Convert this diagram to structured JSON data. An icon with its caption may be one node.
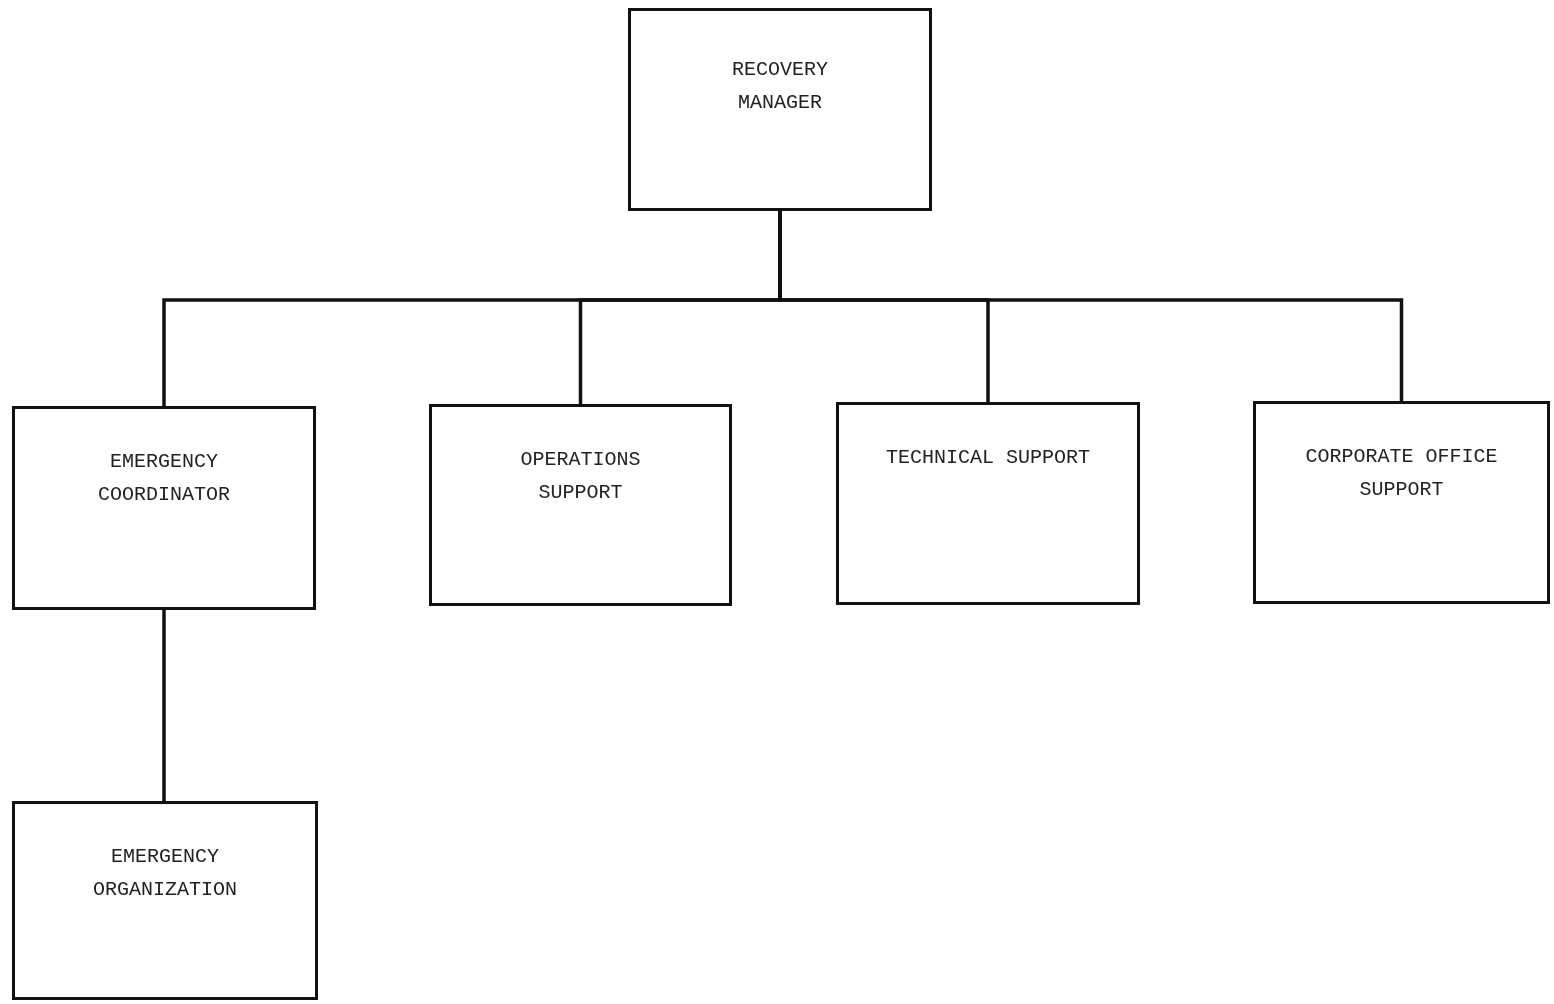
{
  "diagram": {
    "nodes": [
      {
        "text": [
          "RECOVERY MANAGER"
        ]
      },
      {
        "text": [
          "EMERGENCY COORDINATOR"
        ]
      },
      {
        "text": [
          "OPERATIONS SUPPORT"
        ]
      },
      {
        "text": [
          "TECHNICAL SUPPORT"
        ]
      },
      {
        "text": [
          "CORPORATE OFFICE SUPPORT"
        ]
      },
      {
        "text": [
          "EMERGENCY ORGANIZATION"
        ]
      }
    ],
    "edges": [
      {
        "from": 0,
        "to": 1,
        "arrow": "none"
      },
      {
        "from": 0,
        "to": 2,
        "arrow": "none"
      },
      {
        "from": 0,
        "to": 3,
        "arrow": "none"
      },
      {
        "from": 0,
        "to": 4,
        "arrow": "none"
      },
      {
        "from": 1,
        "to": 5,
        "arrow": "none"
      }
    ]
  }
}
